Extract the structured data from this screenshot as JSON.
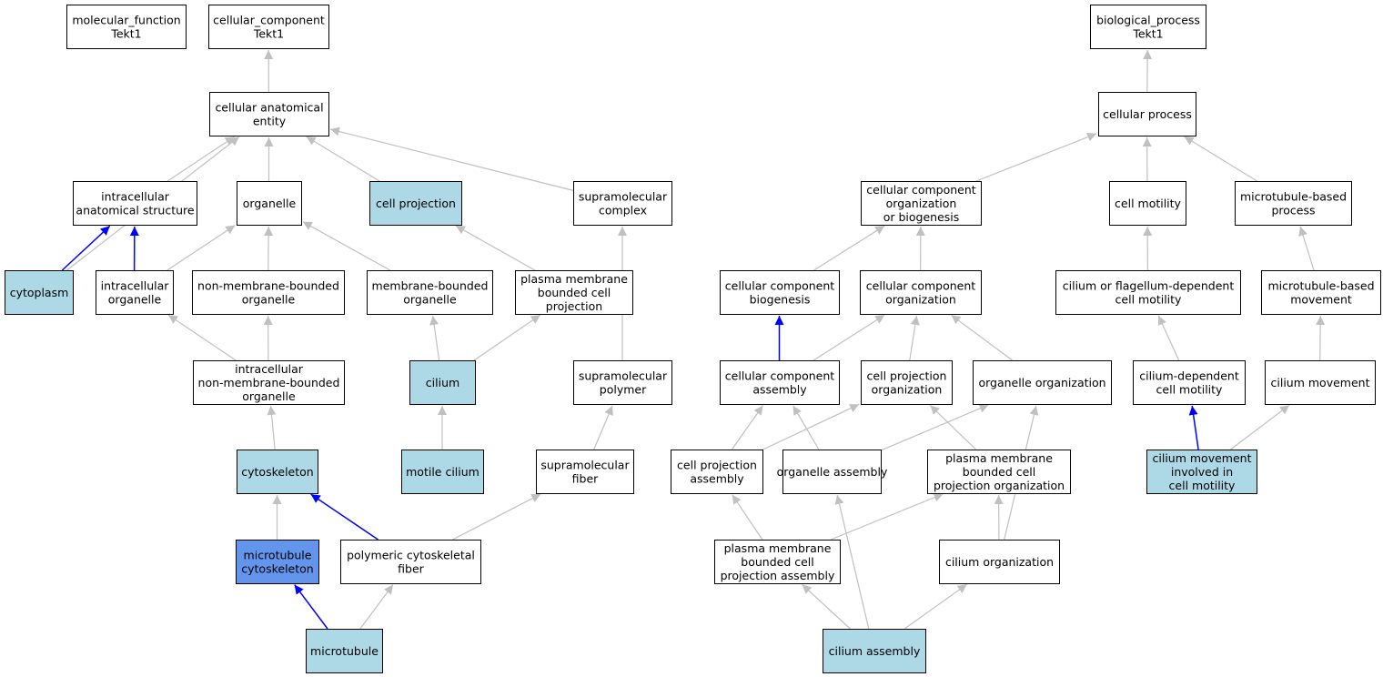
{
  "colors": {
    "plain_node": "#ffffff",
    "annotated_node": "#add8e6",
    "selected_node": "#6495ed",
    "edge_default": "#c0c0c0",
    "edge_highlight": "#0000ff",
    "border": "#000000"
  },
  "nodes": {
    "mf_root": {
      "lines": [
        "molecular_function",
        "Tekt1"
      ],
      "style": "plain"
    },
    "cc_root": {
      "lines": [
        "cellular_component",
        "Tekt1"
      ],
      "style": "plain"
    },
    "bp_root": {
      "lines": [
        "biological_process",
        "Tekt1"
      ],
      "style": "plain"
    },
    "cell_anat": {
      "lines": [
        "cellular anatomical",
        "entity"
      ],
      "style": "plain"
    },
    "intracell_anat": {
      "lines": [
        "intracellular",
        "anatomical structure"
      ],
      "style": "plain"
    },
    "organelle": {
      "lines": [
        "organelle"
      ],
      "style": "plain"
    },
    "cell_proj": {
      "lines": [
        "cell projection"
      ],
      "style": "annotated"
    },
    "supramol_complex": {
      "lines": [
        "supramolecular",
        "complex"
      ],
      "style": "plain"
    },
    "cytoplasm": {
      "lines": [
        "cytoplasm"
      ],
      "style": "annotated"
    },
    "intracell_org": {
      "lines": [
        "intracellular",
        "organelle"
      ],
      "style": "plain"
    },
    "nonmem_org": {
      "lines": [
        "non-membrane-bounded",
        "organelle"
      ],
      "style": "plain"
    },
    "mem_org": {
      "lines": [
        "membrane-bounded",
        "organelle"
      ],
      "style": "plain"
    },
    "pm_bounded_proj": {
      "lines": [
        "plasma membrane",
        "bounded cell",
        "projection"
      ],
      "style": "plain"
    },
    "intracell_nonmem": {
      "lines": [
        "intracellular",
        "non-membrane-bounded",
        "organelle"
      ],
      "style": "plain"
    },
    "cilium": {
      "lines": [
        "cilium"
      ],
      "style": "annotated"
    },
    "supramol_polymer": {
      "lines": [
        "supramolecular",
        "polymer"
      ],
      "style": "plain"
    },
    "cytoskeleton": {
      "lines": [
        "cytoskeleton"
      ],
      "style": "annotated"
    },
    "motile_cilium": {
      "lines": [
        "motile cilium"
      ],
      "style": "annotated"
    },
    "supramol_fiber": {
      "lines": [
        "supramolecular",
        "fiber"
      ],
      "style": "plain"
    },
    "mt_cytoskeleton": {
      "lines": [
        "microtubule",
        "cytoskeleton"
      ],
      "style": "selected"
    },
    "poly_cytoskel_fiber": {
      "lines": [
        "polymeric cytoskeletal",
        "fiber"
      ],
      "style": "plain"
    },
    "microtubule": {
      "lines": [
        "microtubule"
      ],
      "style": "annotated"
    },
    "cell_process": {
      "lines": [
        "cellular process"
      ],
      "style": "plain"
    },
    "cc_org_biogen": {
      "lines": [
        "cellular component",
        "organization",
        "or biogenesis"
      ],
      "style": "plain"
    },
    "cell_motility": {
      "lines": [
        "cell motility"
      ],
      "style": "plain"
    },
    "mt_based_process": {
      "lines": [
        "microtubule-based",
        "process"
      ],
      "style": "plain"
    },
    "cc_biogenesis": {
      "lines": [
        "cellular component",
        "biogenesis"
      ],
      "style": "plain"
    },
    "cc_organization": {
      "lines": [
        "cellular component",
        "organization"
      ],
      "style": "plain"
    },
    "cilium_flag_motility": {
      "lines": [
        "cilium or flagellum-dependent",
        "cell motility"
      ],
      "style": "plain"
    },
    "mt_based_movement": {
      "lines": [
        "microtubule-based",
        "movement"
      ],
      "style": "plain"
    },
    "cc_assembly": {
      "lines": [
        "cellular component",
        "assembly"
      ],
      "style": "plain"
    },
    "cell_proj_org": {
      "lines": [
        "cell projection",
        "organization"
      ],
      "style": "plain"
    },
    "organelle_org": {
      "lines": [
        "organelle organization"
      ],
      "style": "plain"
    },
    "cilium_dep_motility": {
      "lines": [
        "cilium-dependent",
        "cell motility"
      ],
      "style": "plain"
    },
    "cilium_movement": {
      "lines": [
        "cilium movement"
      ],
      "style": "plain"
    },
    "cell_proj_assembly": {
      "lines": [
        "cell projection",
        "assembly"
      ],
      "style": "plain"
    },
    "organelle_assembly": {
      "lines": [
        "organelle assembly"
      ],
      "style": "plain"
    },
    "pm_proj_org": {
      "lines": [
        "plasma membrane",
        "bounded cell",
        "projection organization"
      ],
      "style": "plain"
    },
    "cilium_mov_motility": {
      "lines": [
        "cilium movement",
        "involved in",
        "cell motility"
      ],
      "style": "annotated"
    },
    "pm_proj_assembly": {
      "lines": [
        "plasma membrane",
        "bounded cell",
        "projection assembly"
      ],
      "style": "plain"
    },
    "cilium_organization": {
      "lines": [
        "cilium organization"
      ],
      "style": "plain"
    },
    "cilium_assembly": {
      "lines": [
        "cilium assembly"
      ],
      "style": "annotated"
    }
  },
  "edges": [
    {
      "from": "cell_anat",
      "to": "cc_root",
      "style": "default"
    },
    {
      "from": "intracell_anat",
      "to": "cell_anat",
      "style": "default"
    },
    {
      "from": "organelle",
      "to": "cell_anat",
      "style": "default"
    },
    {
      "from": "cell_proj",
      "to": "cell_anat",
      "style": "default"
    },
    {
      "from": "supramol_complex",
      "to": "cell_anat",
      "style": "default"
    },
    {
      "from": "cytoplasm",
      "to": "cell_anat",
      "style": "default"
    },
    {
      "from": "cytoplasm",
      "to": "intracell_anat",
      "style": "highlight"
    },
    {
      "from": "intracell_org",
      "to": "intracell_anat",
      "style": "highlight"
    },
    {
      "from": "intracell_org",
      "to": "organelle",
      "style": "default"
    },
    {
      "from": "nonmem_org",
      "to": "organelle",
      "style": "default"
    },
    {
      "from": "mem_org",
      "to": "organelle",
      "style": "default"
    },
    {
      "from": "pm_bounded_proj",
      "to": "cell_proj",
      "style": "default"
    },
    {
      "from": "intracell_nonmem",
      "to": "intracell_org",
      "style": "default"
    },
    {
      "from": "intracell_nonmem",
      "to": "nonmem_org",
      "style": "default"
    },
    {
      "from": "cilium",
      "to": "mem_org",
      "style": "default"
    },
    {
      "from": "cilium",
      "to": "pm_bounded_proj",
      "style": "default"
    },
    {
      "from": "supramol_polymer",
      "to": "supramol_complex",
      "style": "default"
    },
    {
      "from": "cytoskeleton",
      "to": "intracell_nonmem",
      "style": "default"
    },
    {
      "from": "motile_cilium",
      "to": "cilium",
      "style": "default"
    },
    {
      "from": "supramol_fiber",
      "to": "supramol_polymer",
      "style": "default"
    },
    {
      "from": "mt_cytoskeleton",
      "to": "cytoskeleton",
      "style": "default"
    },
    {
      "from": "poly_cytoskel_fiber",
      "to": "cytoskeleton",
      "style": "highlight"
    },
    {
      "from": "poly_cytoskel_fiber",
      "to": "supramol_fiber",
      "style": "default"
    },
    {
      "from": "microtubule",
      "to": "mt_cytoskeleton",
      "style": "highlight"
    },
    {
      "from": "microtubule",
      "to": "poly_cytoskel_fiber",
      "style": "default"
    },
    {
      "from": "cell_process",
      "to": "bp_root",
      "style": "default"
    },
    {
      "from": "cc_org_biogen",
      "to": "cell_process",
      "style": "default"
    },
    {
      "from": "cell_motility",
      "to": "cell_process",
      "style": "default"
    },
    {
      "from": "mt_based_process",
      "to": "cell_process",
      "style": "default"
    },
    {
      "from": "cc_biogenesis",
      "to": "cc_org_biogen",
      "style": "default"
    },
    {
      "from": "cc_organization",
      "to": "cc_org_biogen",
      "style": "default"
    },
    {
      "from": "cilium_flag_motility",
      "to": "cell_motility",
      "style": "default"
    },
    {
      "from": "mt_based_movement",
      "to": "mt_based_process",
      "style": "default"
    },
    {
      "from": "cc_assembly",
      "to": "cc_biogenesis",
      "style": "highlight"
    },
    {
      "from": "cc_assembly",
      "to": "cc_organization",
      "style": "default"
    },
    {
      "from": "cell_proj_org",
      "to": "cc_organization",
      "style": "default"
    },
    {
      "from": "organelle_org",
      "to": "cc_organization",
      "style": "default"
    },
    {
      "from": "cilium_dep_motility",
      "to": "cilium_flag_motility",
      "style": "default"
    },
    {
      "from": "cilium_movement",
      "to": "mt_based_movement",
      "style": "default"
    },
    {
      "from": "cell_proj_assembly",
      "to": "cc_assembly",
      "style": "default"
    },
    {
      "from": "cell_proj_assembly",
      "to": "cell_proj_org",
      "style": "default"
    },
    {
      "from": "organelle_assembly",
      "to": "cc_assembly",
      "style": "default"
    },
    {
      "from": "organelle_assembly",
      "to": "organelle_org",
      "style": "default"
    },
    {
      "from": "pm_proj_org",
      "to": "cell_proj_org",
      "style": "default"
    },
    {
      "from": "cilium_mov_motility",
      "to": "cilium_dep_motility",
      "style": "highlight"
    },
    {
      "from": "cilium_mov_motility",
      "to": "cilium_movement",
      "style": "default"
    },
    {
      "from": "pm_proj_assembly",
      "to": "cell_proj_assembly",
      "style": "default"
    },
    {
      "from": "pm_proj_assembly",
      "to": "pm_proj_org",
      "style": "default"
    },
    {
      "from": "cilium_organization",
      "to": "pm_proj_org",
      "style": "default"
    },
    {
      "from": "cilium_organization",
      "to": "organelle_org",
      "style": "default"
    },
    {
      "from": "cilium_assembly",
      "to": "pm_proj_assembly",
      "style": "default"
    },
    {
      "from": "cilium_assembly",
      "to": "cilium_organization",
      "style": "default"
    },
    {
      "from": "cilium_assembly",
      "to": "organelle_assembly",
      "style": "default"
    }
  ]
}
